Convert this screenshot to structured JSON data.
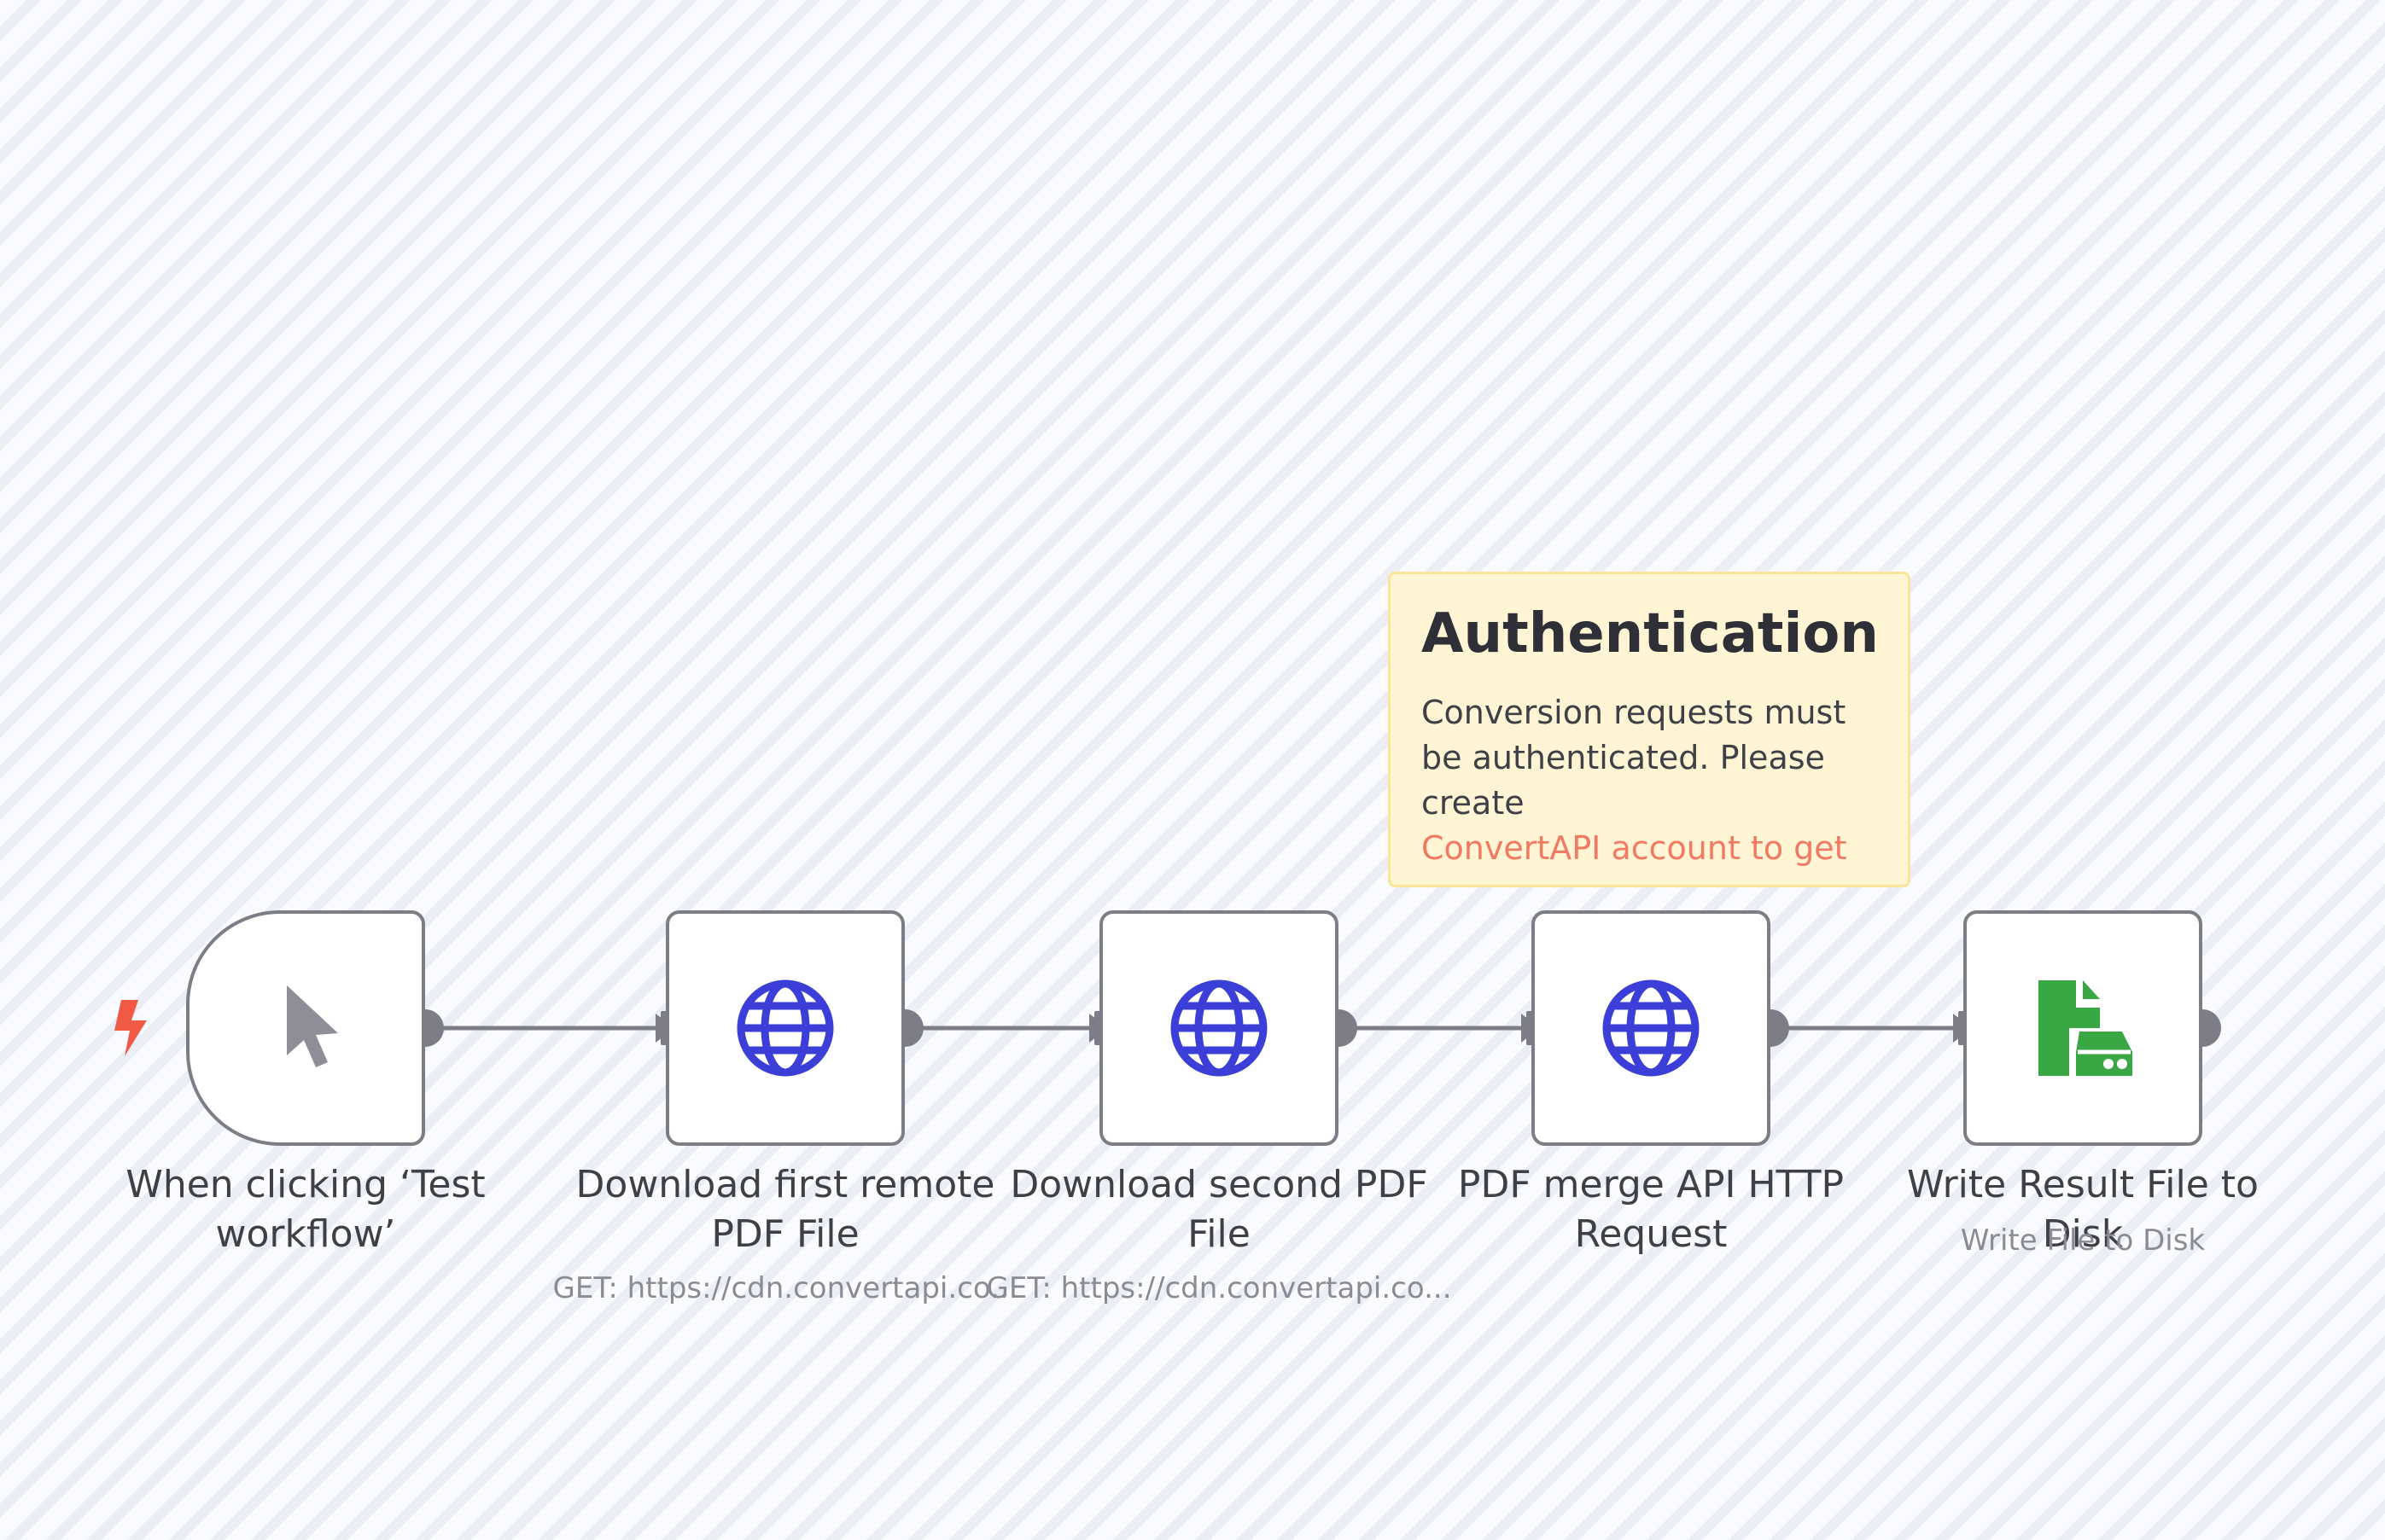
{
  "canvas": {
    "background": "#fafbfe",
    "stripe_color": "#eceef6"
  },
  "sticky_note": {
    "title": "Authentication",
    "body": "Conversion requests must be authenticated. Please create",
    "link_text": "ConvertAPI account to get",
    "background": "#fff4d3",
    "border": "#fae59b",
    "link_color": "#f07a64"
  },
  "nodes": [
    {
      "title": "When clicking ‘Test workflow’",
      "subtitle": "",
      "icon": "cursor-pointer-icon",
      "type": "manual-trigger"
    },
    {
      "title": "Download first remote PDF File",
      "subtitle": "GET: https://cdn.convertapi.co...",
      "icon": "globe-icon",
      "type": "http-request"
    },
    {
      "title": "Download second PDF File",
      "subtitle": "GET: https://cdn.convertapi.co...",
      "icon": "globe-icon",
      "type": "http-request"
    },
    {
      "title": "PDF merge API HTTP Request",
      "subtitle": "",
      "icon": "globe-icon",
      "type": "http-request"
    },
    {
      "title": "Write Result File to Disk",
      "subtitle": "Write File to Disk",
      "icon": "file-disk-icon",
      "type": "write-file"
    }
  ],
  "colors": {
    "node_border": "#7d7d87",
    "connector": "#7d7d87",
    "globe_icon": "#3b3fd8",
    "file_icon": "#3aa745",
    "trigger_bolt": "#f05a44",
    "cursor_icon": "#8e8e98"
  }
}
